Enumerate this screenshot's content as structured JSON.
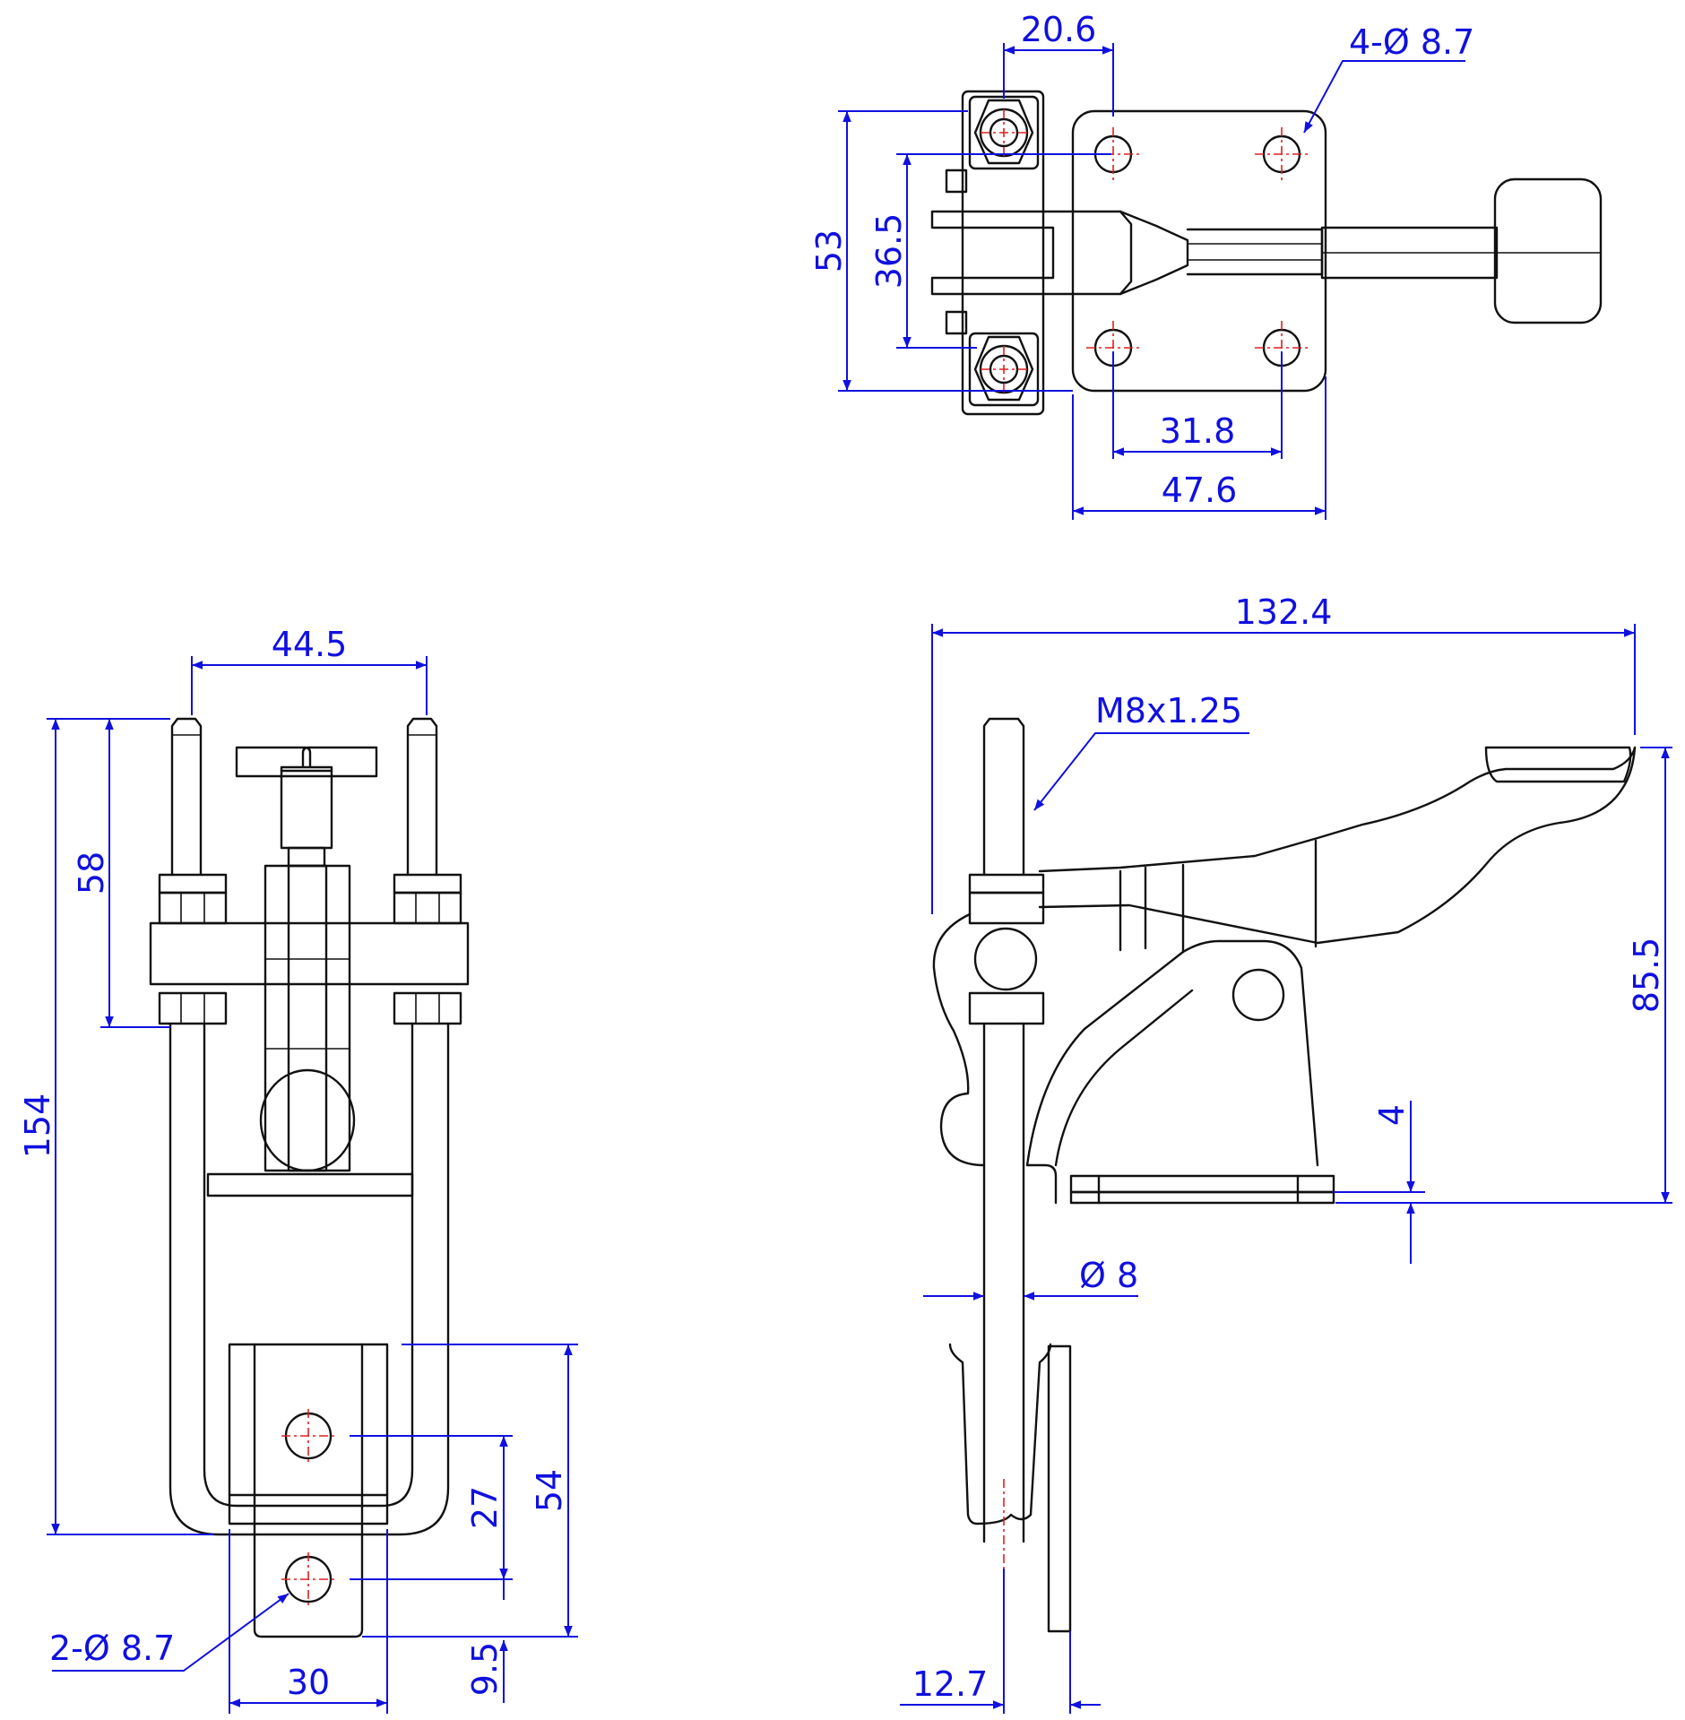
{
  "colors": {
    "outline": "#111111",
    "dimension": "#1010e0",
    "centerline": "#e02020"
  },
  "top_view": {
    "width_20_6": "20.6",
    "holes_4x": "4-Ø 8.7",
    "height_53": "53",
    "height_36_5": "36.5",
    "spacing_31_8": "31.8",
    "width_47_6": "47.6"
  },
  "front_view": {
    "width_44_5": "44.5",
    "height_58": "58",
    "height_154": "154",
    "height_54": "54",
    "height_27": "27",
    "height_9_5": "9.5",
    "holes_2x": "2-Ø 8.7",
    "width_30": "30"
  },
  "side_view": {
    "length_132_4": "132.4",
    "thread": "M8x1.25",
    "height_85_5": "85.5",
    "thickness_4": "4",
    "rod_dia": "Ø 8",
    "offset_12_7": "12.7"
  }
}
